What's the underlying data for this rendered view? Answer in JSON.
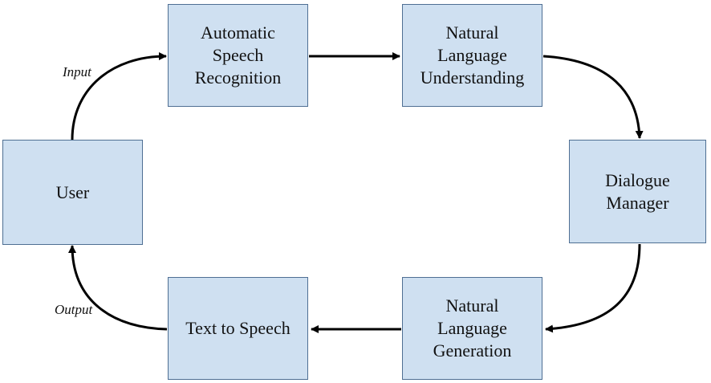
{
  "diagram": {
    "nodes": {
      "asr": "Automatic\nSpeech\nRecognition",
      "nlu": "Natural\nLanguage\nUnderstanding",
      "dm": "Dialogue\nManager",
      "nlg": "Natural\nLanguage\nGeneration",
      "tts": "Text to Speech",
      "user": "User"
    },
    "edge_labels": {
      "input": "Input",
      "output": "Output"
    },
    "colors": {
      "box_fill": "#cfe0f1",
      "box_border": "#4f6f93",
      "arrow": "#000000"
    }
  }
}
